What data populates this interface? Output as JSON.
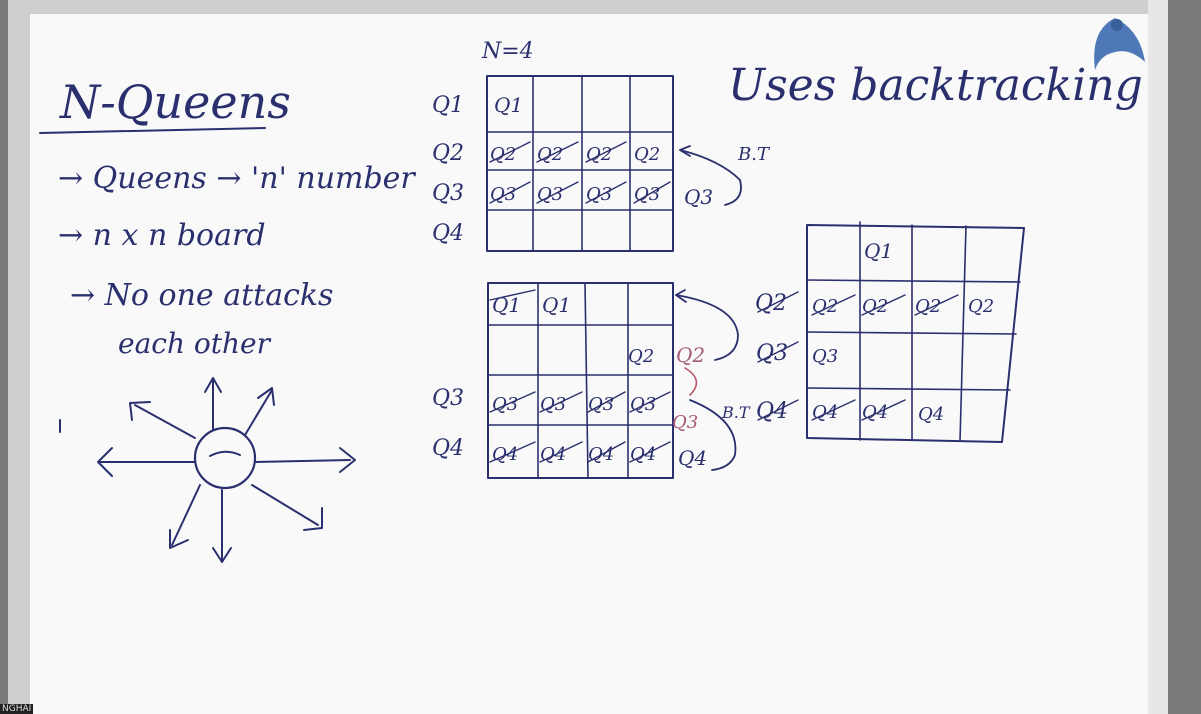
{
  "whiteboard": {
    "title": "N-Queens",
    "n_label": "N=4",
    "bullets": [
      "→ Queens → 'n' number",
      "→ n x n board",
      "→ No one attacks",
      "each other"
    ],
    "backtracking_note": "Uses backtracking",
    "bt_label": "B.T",
    "row_labels": [
      "Q1",
      "Q2",
      "Q3",
      "Q4"
    ],
    "cell_labels": {
      "q1": "Q1",
      "q2": "Q2",
      "q3": "Q3",
      "q4": "Q4"
    }
  },
  "corner_label": "NGHAI",
  "colors": {
    "ink": "#2a2f6e",
    "accent_ink": "#b8566a",
    "board": "#fbfbfb",
    "frame": "#c8c8c8"
  }
}
